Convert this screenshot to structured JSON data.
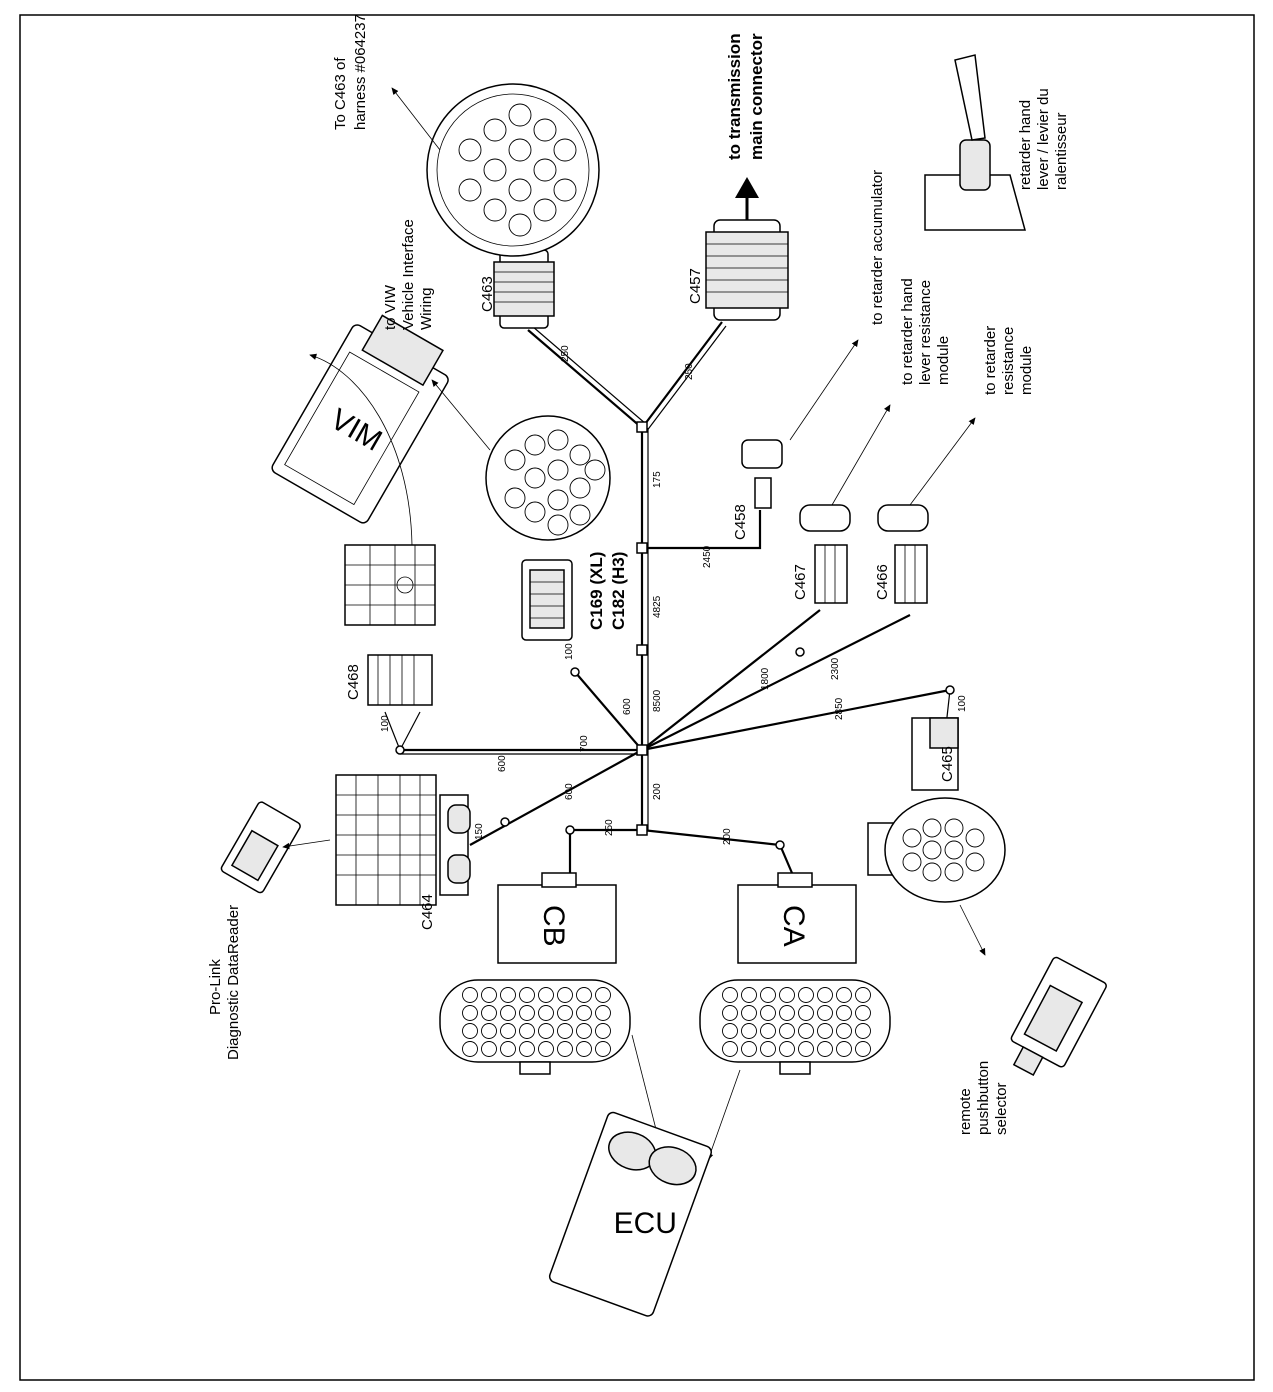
{
  "labels": {
    "to_c463": [
      "To C463 of",
      "harness #064237"
    ],
    "to_transmission": [
      "to transmission",
      "main connector"
    ],
    "retarder_hand_lever": [
      "retarder hand",
      "lever / levier du",
      "ralentisseur"
    ],
    "to_viw": [
      "to VIW",
      "Vehicle Interface",
      "Wiring"
    ],
    "to_retarder_accumulator": "to retarder accumulator",
    "to_retarder_hand_lever_module": [
      "to retarder hand",
      "lever resistance",
      "module"
    ],
    "to_retarder_resistance_module": [
      "to retarder",
      "resistance",
      "module"
    ],
    "pro_link": [
      "Pro-Link",
      "Diagnostic DataReader"
    ],
    "remote_pushbutton": [
      "remote",
      "pushbutton",
      "selector"
    ]
  },
  "components": {
    "vim": "VIM",
    "ecu": "ECU",
    "cb": "CB",
    "ca": "CA"
  },
  "connectors": {
    "c463": "C463",
    "c457": "C457",
    "c458": "C458",
    "c467": "C467",
    "c466": "C466",
    "c465": "C465",
    "c468": "C468",
    "c464": "C464",
    "c169": "C169 (XL)",
    "c182": "C182 (H3)"
  },
  "wire_lengths": {
    "w250a": "250",
    "w250b": "250",
    "w175": "175",
    "w2450": "2450",
    "w4825": "4825",
    "w8500": "8500",
    "w600a": "600",
    "w600b": "600",
    "w600c": "600",
    "w700": "700",
    "w1800": "1800",
    "w2300": "2300",
    "w2850": "2850",
    "w200a": "200",
    "w200b": "200",
    "w250c": "250",
    "w100a": "100",
    "w100b": "100",
    "w100c": "100",
    "w150": "150"
  }
}
